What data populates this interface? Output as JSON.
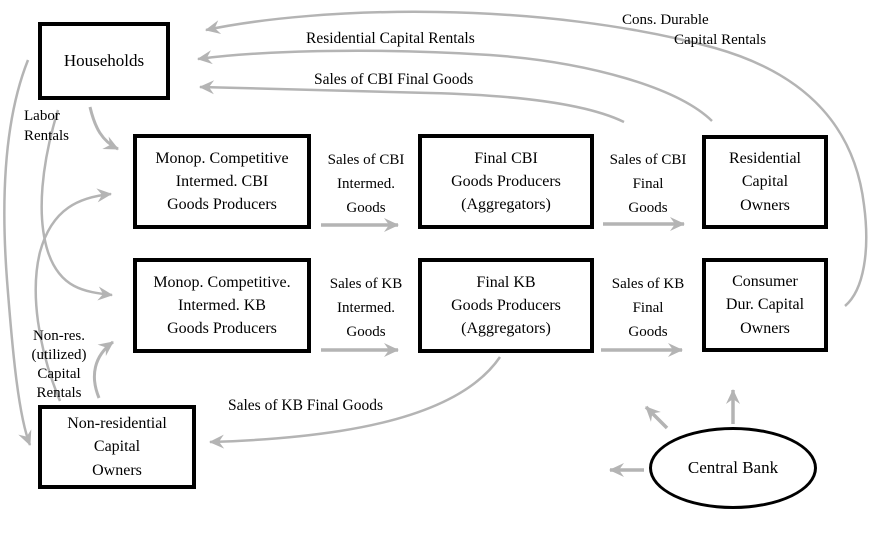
{
  "figure": {
    "background": "#ffffff",
    "arrow_color": "#b4b4b4",
    "border_color": "#000000",
    "nodes": {
      "households": "Households",
      "cbi_intermediate": "Monop. Competitive\nIntermed. CBI\nGoods Producers",
      "cbi_final": "Final CBI\nGoods Producers\n(Aggregators)",
      "residential_owners": "Residential\nCapital\nOwners",
      "kb_intermediate": "Monop. Competitive.\nIntermed. KB\nGoods Producers",
      "kb_final": "Final KB\nGoods Producers\n(Aggregators)",
      "consumer_durable_owners": "Consumer\nDur. Capital\nOwners",
      "nonresidential_owners": "Non-residential\nCapital\nOwners",
      "central_bank": "Central Bank"
    },
    "flow_labels": {
      "cons_durable_line1": "Cons. Durable",
      "cons_durable_line2": "Capital Rentals",
      "residential_rentals": "Residential Capital Rentals",
      "cbi_final_sales_to_households": "Sales of CBI Final Goods",
      "labor_rentals": "Labor\nRentals",
      "cbi_intermediate_sales": "Sales of CBI\nIntermed.\nGoods",
      "cbi_final_sales": "Sales of CBI\nFinal\nGoods",
      "kb_intermediate_sales": "Sales of KB\nIntermed.\nGoods",
      "kb_final_sales": "Sales of KB\nFinal\nGoods",
      "nonres_capital_rentals": "Non-res.\n(utilized)\nCapital\nRentals",
      "kb_final_sales_to_nonres": "Sales of KB Final Goods"
    }
  }
}
